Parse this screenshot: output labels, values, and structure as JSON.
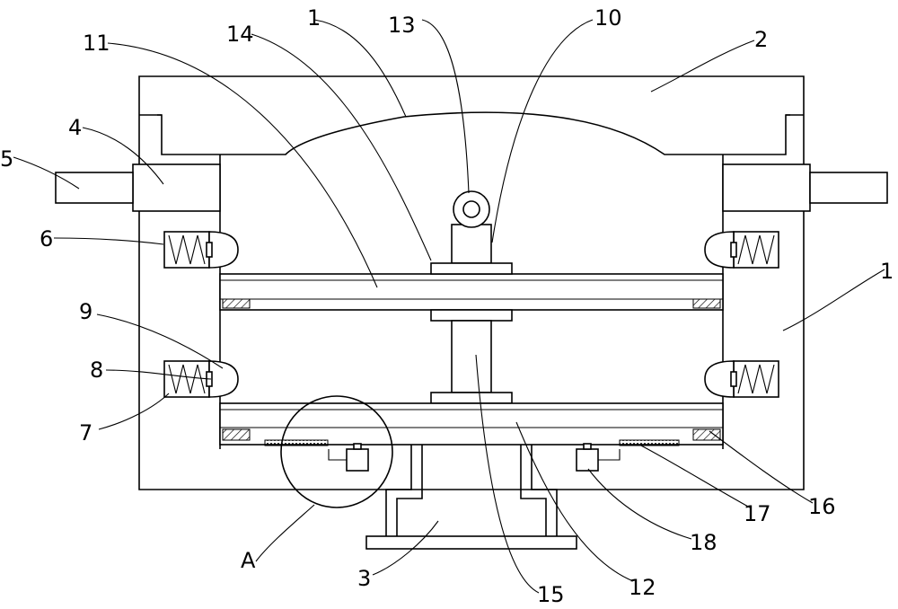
{
  "labels": {
    "l1_top": "1",
    "l1_right": "1",
    "l2": "2",
    "l3": "3",
    "l4": "4",
    "l5": "5",
    "l6": "6",
    "l7": "7",
    "l8": "8",
    "l9": "9",
    "l10": "10",
    "l11": "11",
    "l12": "12",
    "l13": "13",
    "l14": "14",
    "l15": "15",
    "l16": "16",
    "l17": "17",
    "l18": "18",
    "lA": "A"
  }
}
